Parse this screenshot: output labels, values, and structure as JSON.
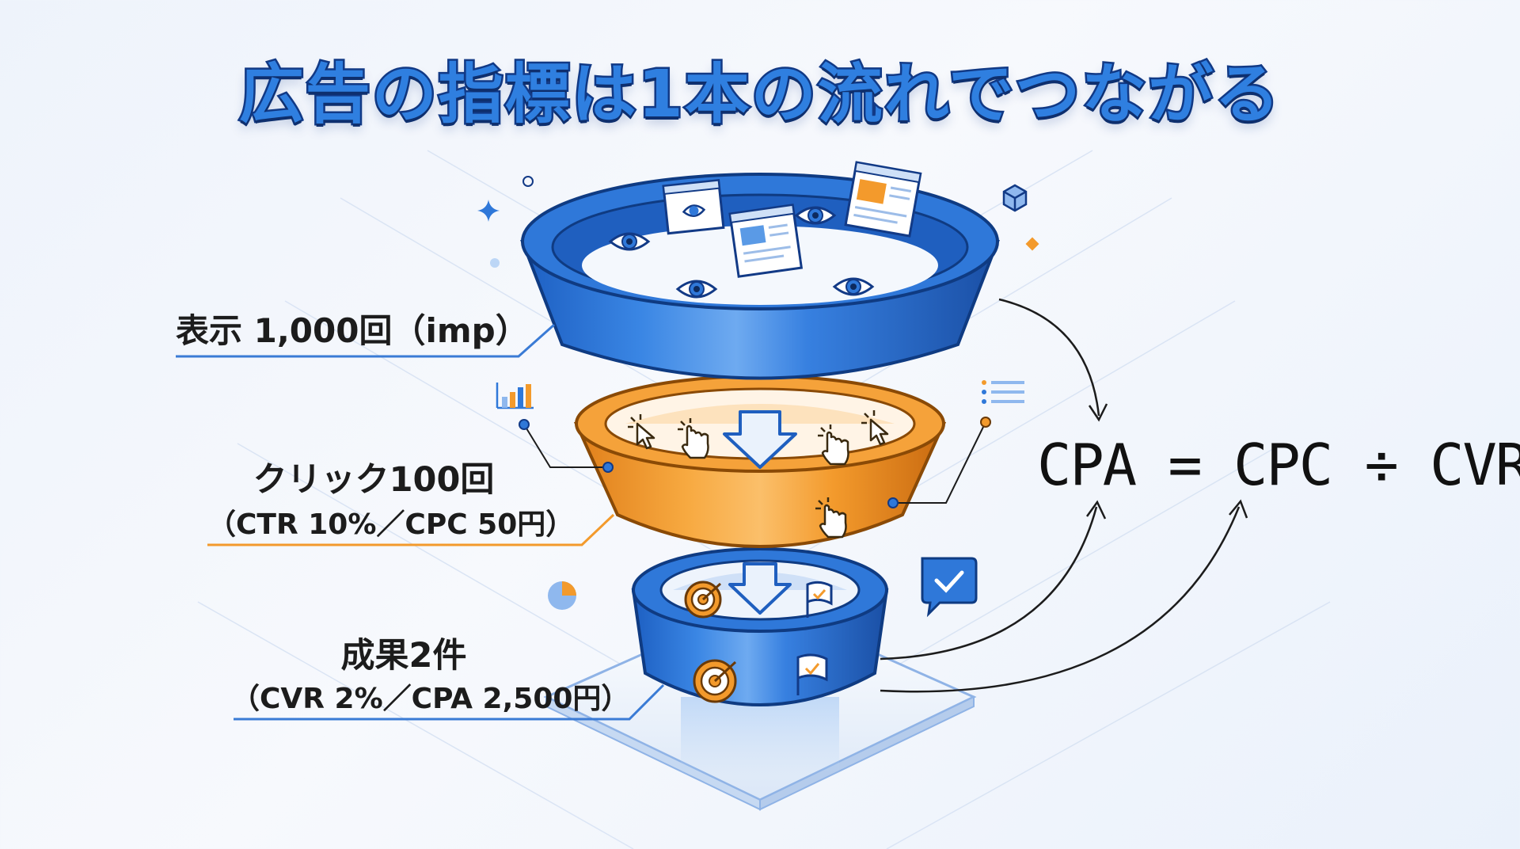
{
  "title": "広告の指標は1本の流れでつながる",
  "stages": {
    "impressions": {
      "label": "表示 1,000回（imp）"
    },
    "clicks": {
      "label": "クリック100回",
      "sub": "（CTR 10%／CPC 50円）"
    },
    "conversions": {
      "label": "成果2件",
      "sub": "（CVR 2%／CPA 2,500円）"
    }
  },
  "formula": "CPA = CPC ÷ CVR",
  "colors": {
    "title_fill": "#2f7fe0",
    "title_stroke": "#123a86",
    "funnel_blue": "#2f78d9",
    "funnel_blue_dark": "#1a4fa5",
    "funnel_orange": "#f39a2c",
    "funnel_orange_dark": "#c96a10",
    "underline_blue": "#3a7bd5",
    "underline_orange": "#f39a2c"
  },
  "icons": [
    "eye-icon",
    "browser-window-icon",
    "cursor-click-icon",
    "hand-pointer-icon",
    "target-icon",
    "flag-check-icon",
    "chat-check-icon",
    "bar-chart-icon",
    "list-icon",
    "pie-chart-icon",
    "cube-icon",
    "sparkle-icon",
    "arrow-down-icon"
  ]
}
